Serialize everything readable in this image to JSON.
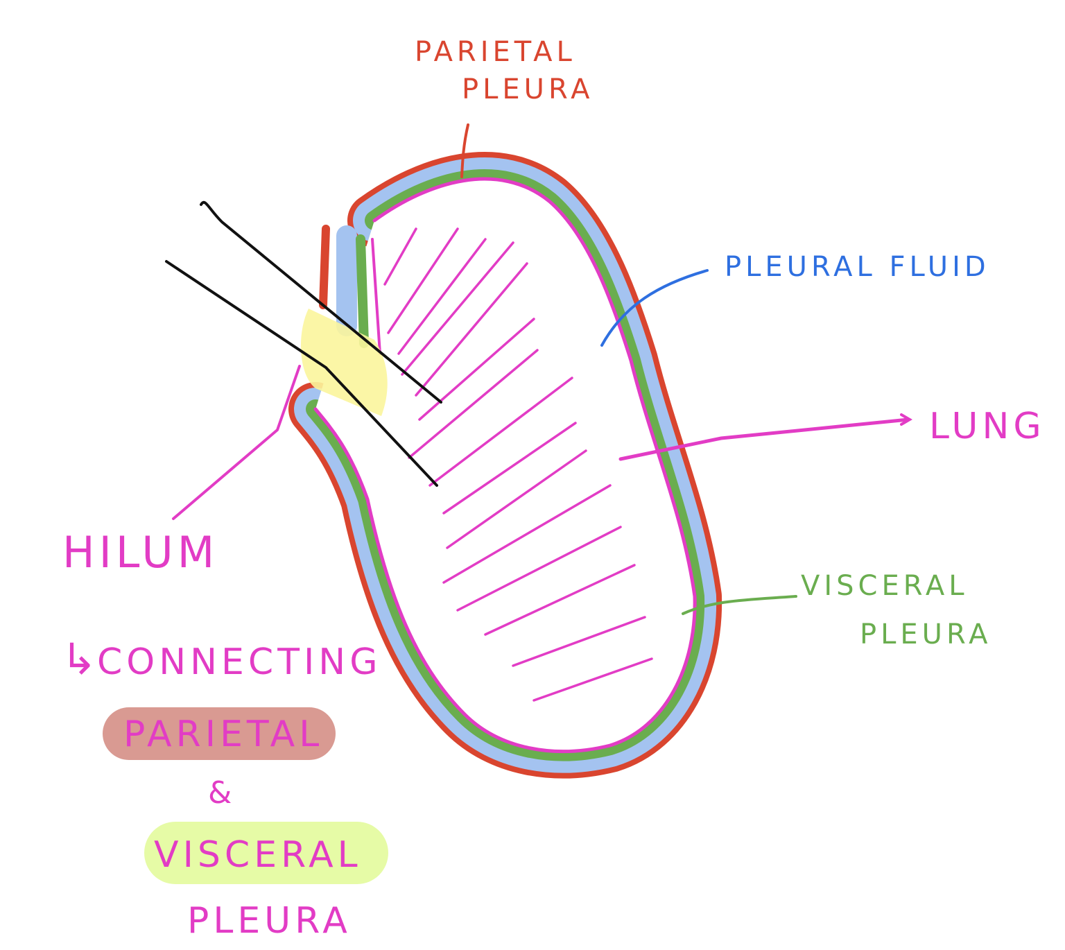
{
  "labels": {
    "parietal_line1": "PARIETAL",
    "parietal_line2": "PLEURA",
    "pleural_fluid": "PLEURAL FLUID",
    "lung": "LUNG",
    "visceral_line1": "VISCERAL",
    "visceral_line2": "PLEURA",
    "hilum": "HILUM",
    "connecting_arrow": "↳",
    "connecting": "CONNECTING",
    "parietal_hl": "PARIETAL",
    "ampersand": "&",
    "visceral_hl": "VISCERAL",
    "pleura_bottom": "PLEURA"
  },
  "colors": {
    "parietal": "#d9452f",
    "fluid": "#a4c3f0",
    "fluid_label": "#2e6fe0",
    "visceral": "#6aad4f",
    "lung": "#e23cc5",
    "hilum": "#fbf59c",
    "vessels": "#111111",
    "parietal_highlight": "#d99a92",
    "visceral_highlight": "#e6fba6"
  }
}
